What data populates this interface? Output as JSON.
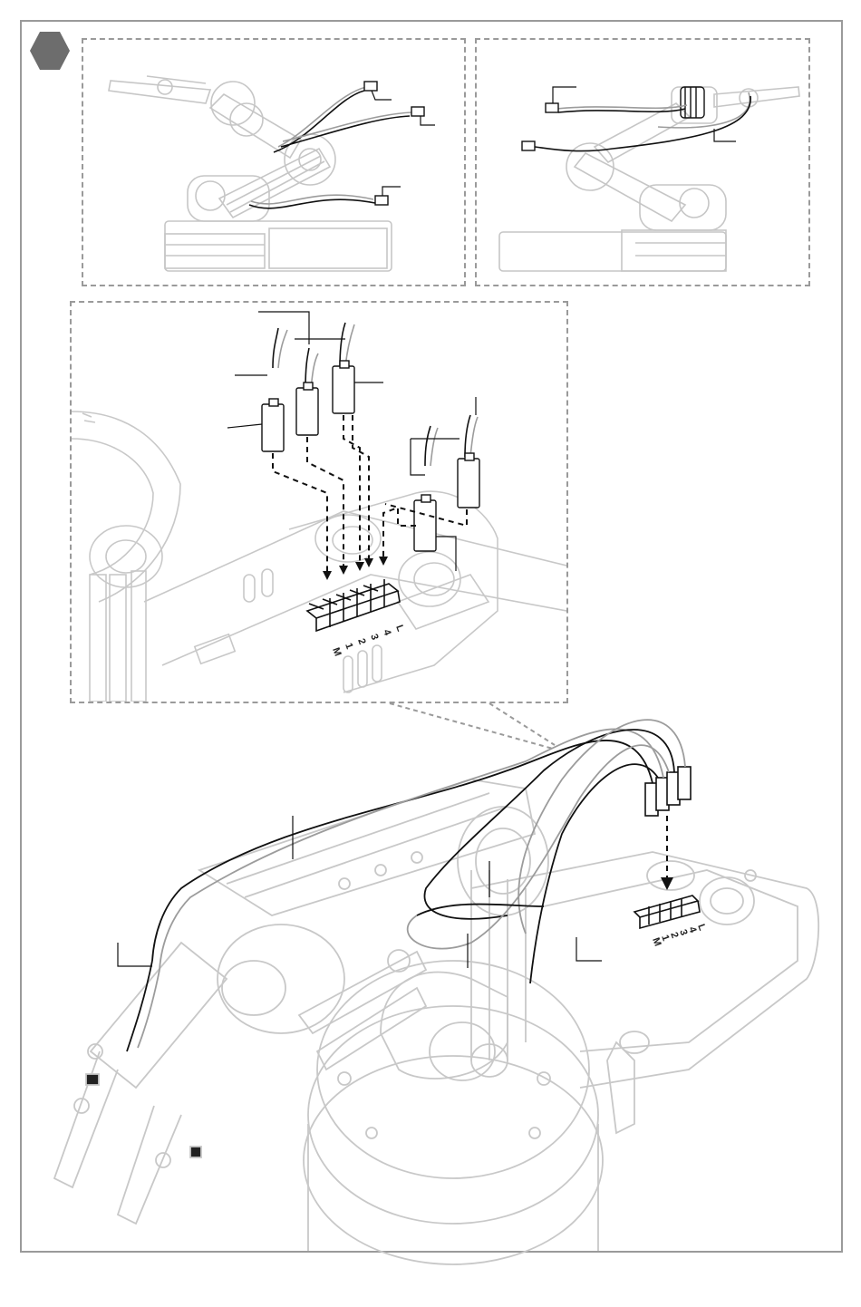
{
  "step": {
    "badge_shape": "hexagon",
    "badge_color": "#6d6d6d"
  },
  "colors": {
    "frame": "#9a9a9a",
    "ghost_line": "#c8c8c8",
    "wire_black": "#111111",
    "wire_grey": "#9c9c9c",
    "arrow": "#111111"
  },
  "header_pins": {
    "labels": [
      "M",
      "1",
      "2",
      "3",
      "4",
      "L"
    ]
  },
  "panels": {
    "top_left": {
      "view": "arm-left-side",
      "plugs": 3
    },
    "top_right": {
      "view": "arm-right-side",
      "plugs": 2
    },
    "zoom": {
      "view": "connector-header-closeup",
      "plugs": 5
    },
    "main": {
      "view": "arm-assembled-with-harness"
    }
  },
  "icons": {
    "badge": "hexagon-step-icon",
    "arrow": "dashed-arrow-icon",
    "plug": "servo-plug-icon"
  }
}
